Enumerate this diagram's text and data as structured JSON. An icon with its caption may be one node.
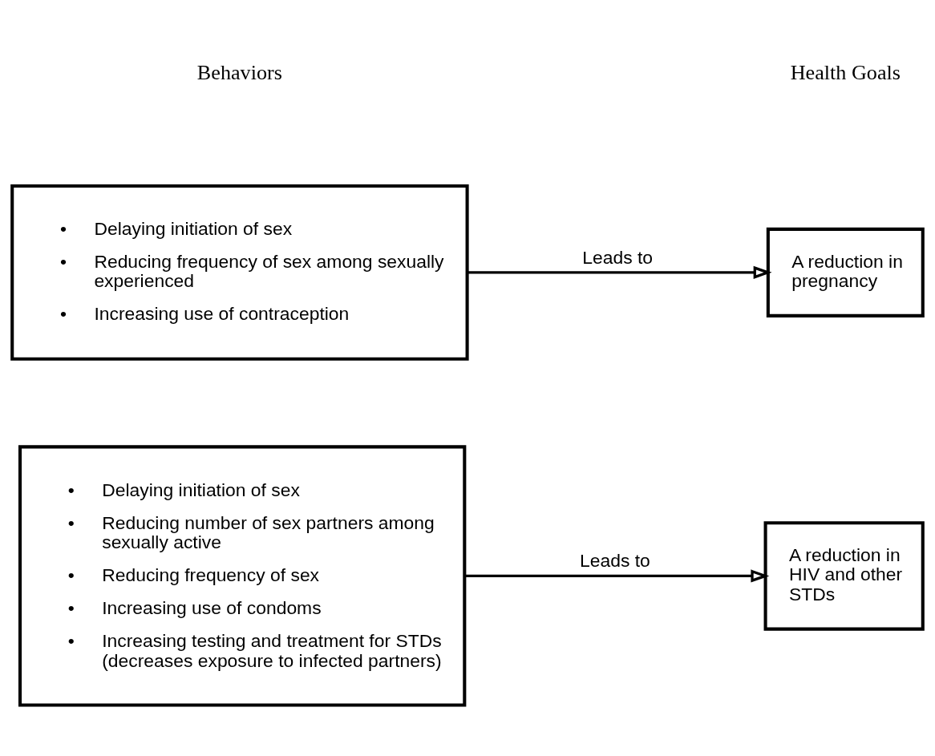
{
  "diagram": {
    "nodes": [
      {
        "text": [
          "• Delaying initiation of sex",
          "• Reducing frequency of sex among sexually experienced",
          "• Increasing use of contraception"
        ]
      },
      {
        "text": [
          "A reduction in pregnancy"
        ]
      },
      {
        "text": [
          "• Delaying initiation of sex",
          "• Reducing number of sex partners among sexually active",
          "• Reducing frequency of sex",
          "• Increasing use of condoms",
          "• Increasing testing and treatment for STDs (decreases exposure to infected partners)"
        ]
      },
      {
        "text": [
          "A reduction in HIV and other STDs"
        ]
      }
    ],
    "edges": [
      {
        "from": 0,
        "to": 1,
        "label": "Leads to",
        "arrow": "to"
      },
      {
        "from": 2,
        "to": 3,
        "label": "Leads to",
        "arrow": "to"
      }
    ],
    "labels": [
      "Behaviors",
      "Health Goals"
    ]
  }
}
